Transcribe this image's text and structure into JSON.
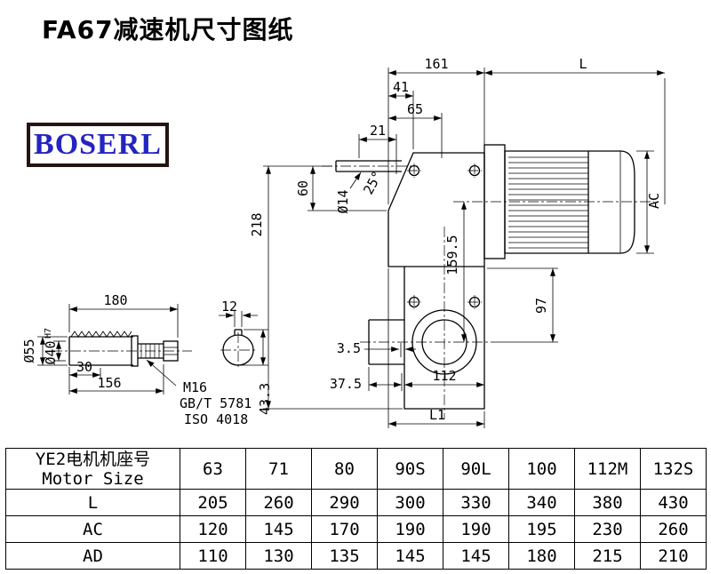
{
  "page": {
    "title": "FA67减速机尺寸图纸",
    "logo": "BOSERL"
  },
  "dims": {
    "w161": "161",
    "L": "L",
    "d41": "41",
    "d65": "65",
    "d21": "21",
    "d60": "60",
    "dia14": "Ø14",
    "h218": "218",
    "ang25": "25°",
    "d159_5": "159.5",
    "AC": "AC",
    "d97": "97",
    "d3_5": "3.5",
    "d37_5": "37.5",
    "d112": "112",
    "L1": "L1"
  },
  "shaft": {
    "len180": "180",
    "key12": "12",
    "dia55": "Ø55",
    "dia40": "Ø40",
    "tol40": "H7",
    "d30": "30",
    "d156": "156",
    "thread": "M16",
    "std1": "GB/T 5781",
    "std2": "ISO 4018",
    "d43_3": "43.3"
  },
  "table": {
    "header": {
      "line1": "YE2电机机座号",
      "line2": "Motor Size"
    },
    "columns": [
      "63",
      "71",
      "80",
      "90S",
      "90L",
      "100",
      "112M",
      "132S"
    ],
    "rows": [
      {
        "label": "L",
        "values": [
          "205",
          "260",
          "290",
          "300",
          "330",
          "340",
          "380",
          "430"
        ]
      },
      {
        "label": "AC",
        "values": [
          "120",
          "145",
          "170",
          "190",
          "190",
          "195",
          "230",
          "260"
        ]
      },
      {
        "label": "AD",
        "values": [
          "110",
          "130",
          "135",
          "145",
          "145",
          "180",
          "215",
          "210"
        ]
      }
    ]
  }
}
